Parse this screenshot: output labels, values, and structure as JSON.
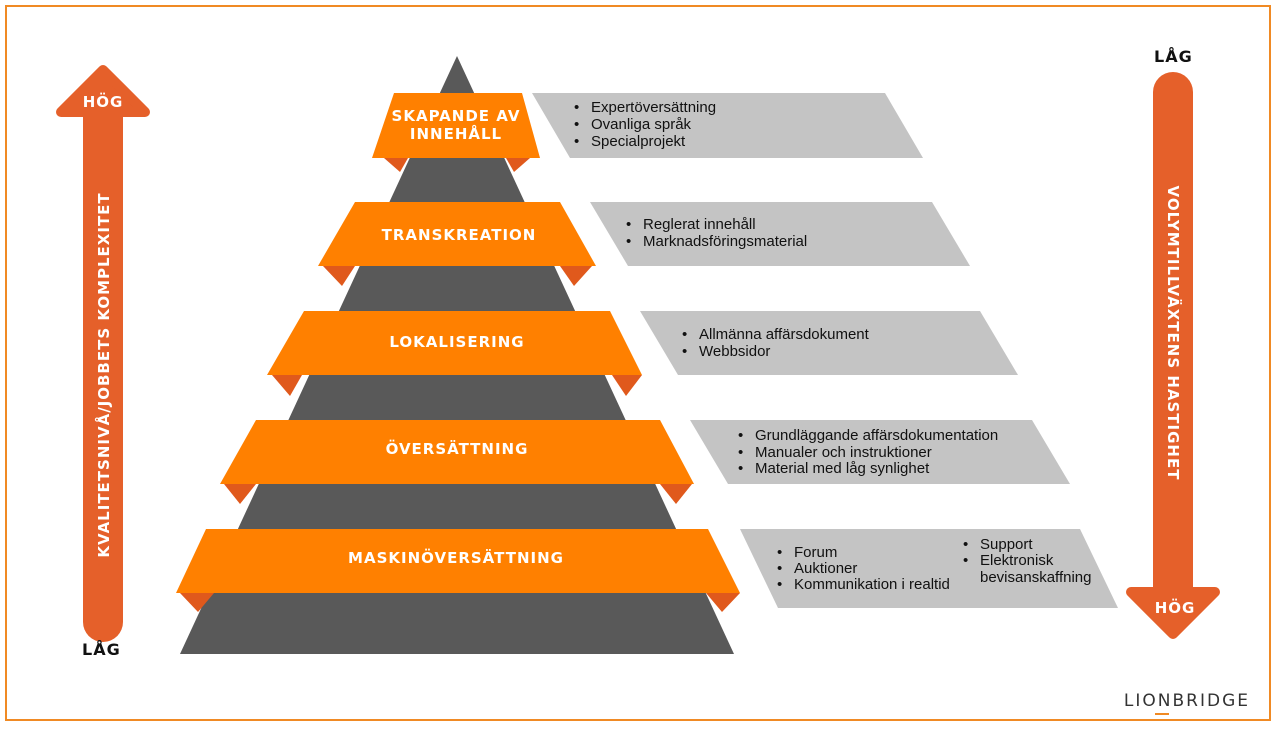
{
  "left_axis": {
    "top_label": "HÖG",
    "bottom_label": "LÅG",
    "title": "KVALITETSNIVÅ/JOBBETS KOMPLEXITET"
  },
  "right_axis": {
    "top_label": "LÅG",
    "bottom_label": "HÖG",
    "title": "VOLYMTILLVÄXTENS HASTIGHET"
  },
  "tiers": [
    {
      "label_lines": [
        "SKAPANDE AV",
        "INNEHÅLL"
      ],
      "bullets": [
        "Expertöversättning",
        "Ovanliga språk",
        "Specialprojekt"
      ]
    },
    {
      "label_lines": [
        "TRANSKREATION"
      ],
      "bullets": [
        "Reglerat innehåll",
        "Marknadsföringsmaterial"
      ]
    },
    {
      "label_lines": [
        "LOKALISERING"
      ],
      "bullets": [
        "Allmänna affärsdokument",
        "Webbsidor"
      ]
    },
    {
      "label_lines": [
        "ÖVERSÄTTNING"
      ],
      "bullets": [
        "Grundläggande affärsdokumentation",
        "Manualer och instruktioner",
        "Material med låg synlighet"
      ]
    },
    {
      "label_lines": [
        "MASKINÖVERSÄTTNING"
      ],
      "bullets": [
        "Forum",
        "Auktioner",
        "Kommunikation i realtid"
      ],
      "bullets_col2": [
        "Support",
        "Elektronisk",
        "bevisanskaffning"
      ]
    }
  ],
  "logo": "LIONBRIDGE",
  "colors": {
    "orange": "#ff8000",
    "orange_dark": "#e0591c",
    "arrow": "#e5602a",
    "pyramid": "#595959",
    "panel": "#c4c4c4"
  }
}
